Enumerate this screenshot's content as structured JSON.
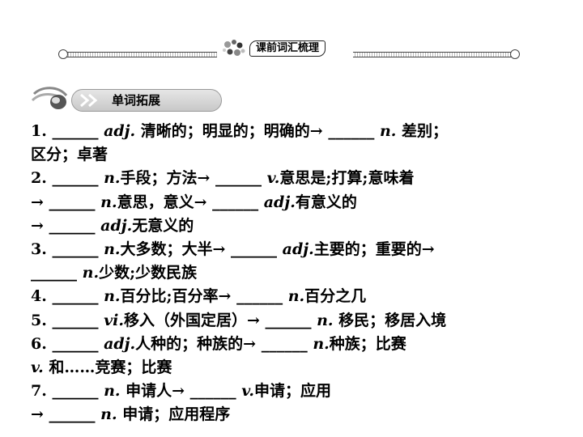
{
  "header": {
    "title": "课前词汇梳理"
  },
  "section": {
    "title": "单词拓展"
  },
  "lines": [
    [
      "1. ______ ",
      "adj.",
      " 清晰的；明显的；明确的→ ______ ",
      "n.",
      " 差别；"
    ],
    [
      "区分；卓著"
    ],
    [
      "2. ______ ",
      "n.",
      "手段；方法→ ______ ",
      "v.",
      "意思是;打算;意味着"
    ],
    [
      "→ ______ ",
      "n.",
      "意思，意义→ ______ ",
      "adj.",
      "有意义的"
    ],
    [
      "→ ______ ",
      "adj.",
      "无意义的"
    ],
    [
      "3. ______ ",
      "n.",
      "大多数；大半→ ______ ",
      "adj.",
      "主要的；重要的→"
    ],
    [
      "______ ",
      "n.",
      "少数;少数民族"
    ],
    [
      "4. ______ ",
      "n.",
      "百分比;百分率→ ______ ",
      "n.",
      "百分之几"
    ],
    [
      "5. ______ ",
      "vi.",
      "移入（外国定居）→ ______ ",
      "n.",
      " 移民；移居入境"
    ],
    [
      "6. ______ ",
      "adj.",
      "人种的；种族的→ ______ ",
      "n.",
      "种族；比赛"
    ],
    [
      "v.",
      " 和……竞赛；比赛"
    ],
    [
      "7. ______ ",
      "n.",
      " 申请人→ ______ ",
      "v.",
      "申请；应用"
    ],
    [
      "→ ______ ",
      "n.",
      " 申请；应用程序"
    ]
  ]
}
